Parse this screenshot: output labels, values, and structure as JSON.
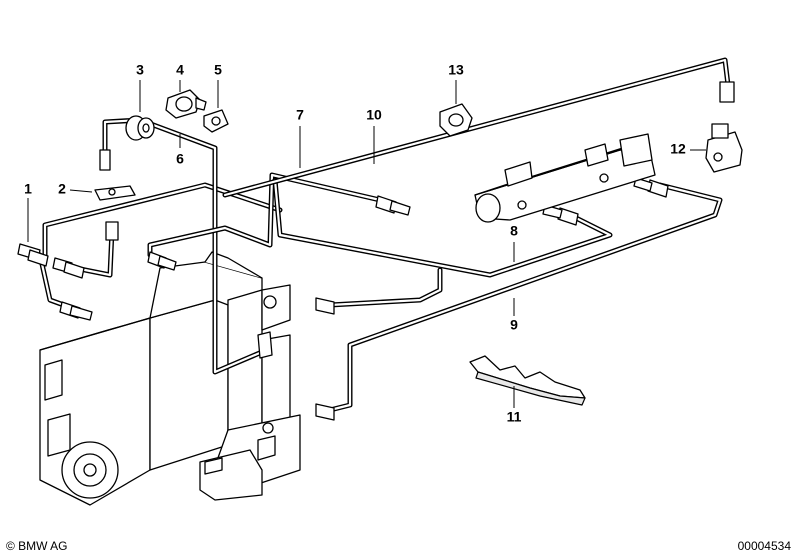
{
  "diagram": {
    "callouts": [
      {
        "id": "1",
        "label": "1"
      },
      {
        "id": "2",
        "label": "2"
      },
      {
        "id": "3",
        "label": "3"
      },
      {
        "id": "4",
        "label": "4"
      },
      {
        "id": "5",
        "label": "5"
      },
      {
        "id": "6",
        "label": "6"
      },
      {
        "id": "7",
        "label": "7"
      },
      {
        "id": "8",
        "label": "8"
      },
      {
        "id": "9",
        "label": "9"
      },
      {
        "id": "10",
        "label": "10"
      },
      {
        "id": "11",
        "label": "11"
      },
      {
        "id": "12",
        "label": "12"
      },
      {
        "id": "13",
        "label": "13"
      }
    ]
  },
  "footer": {
    "copyright": "© BMW AG",
    "doc_number": "00004534"
  }
}
